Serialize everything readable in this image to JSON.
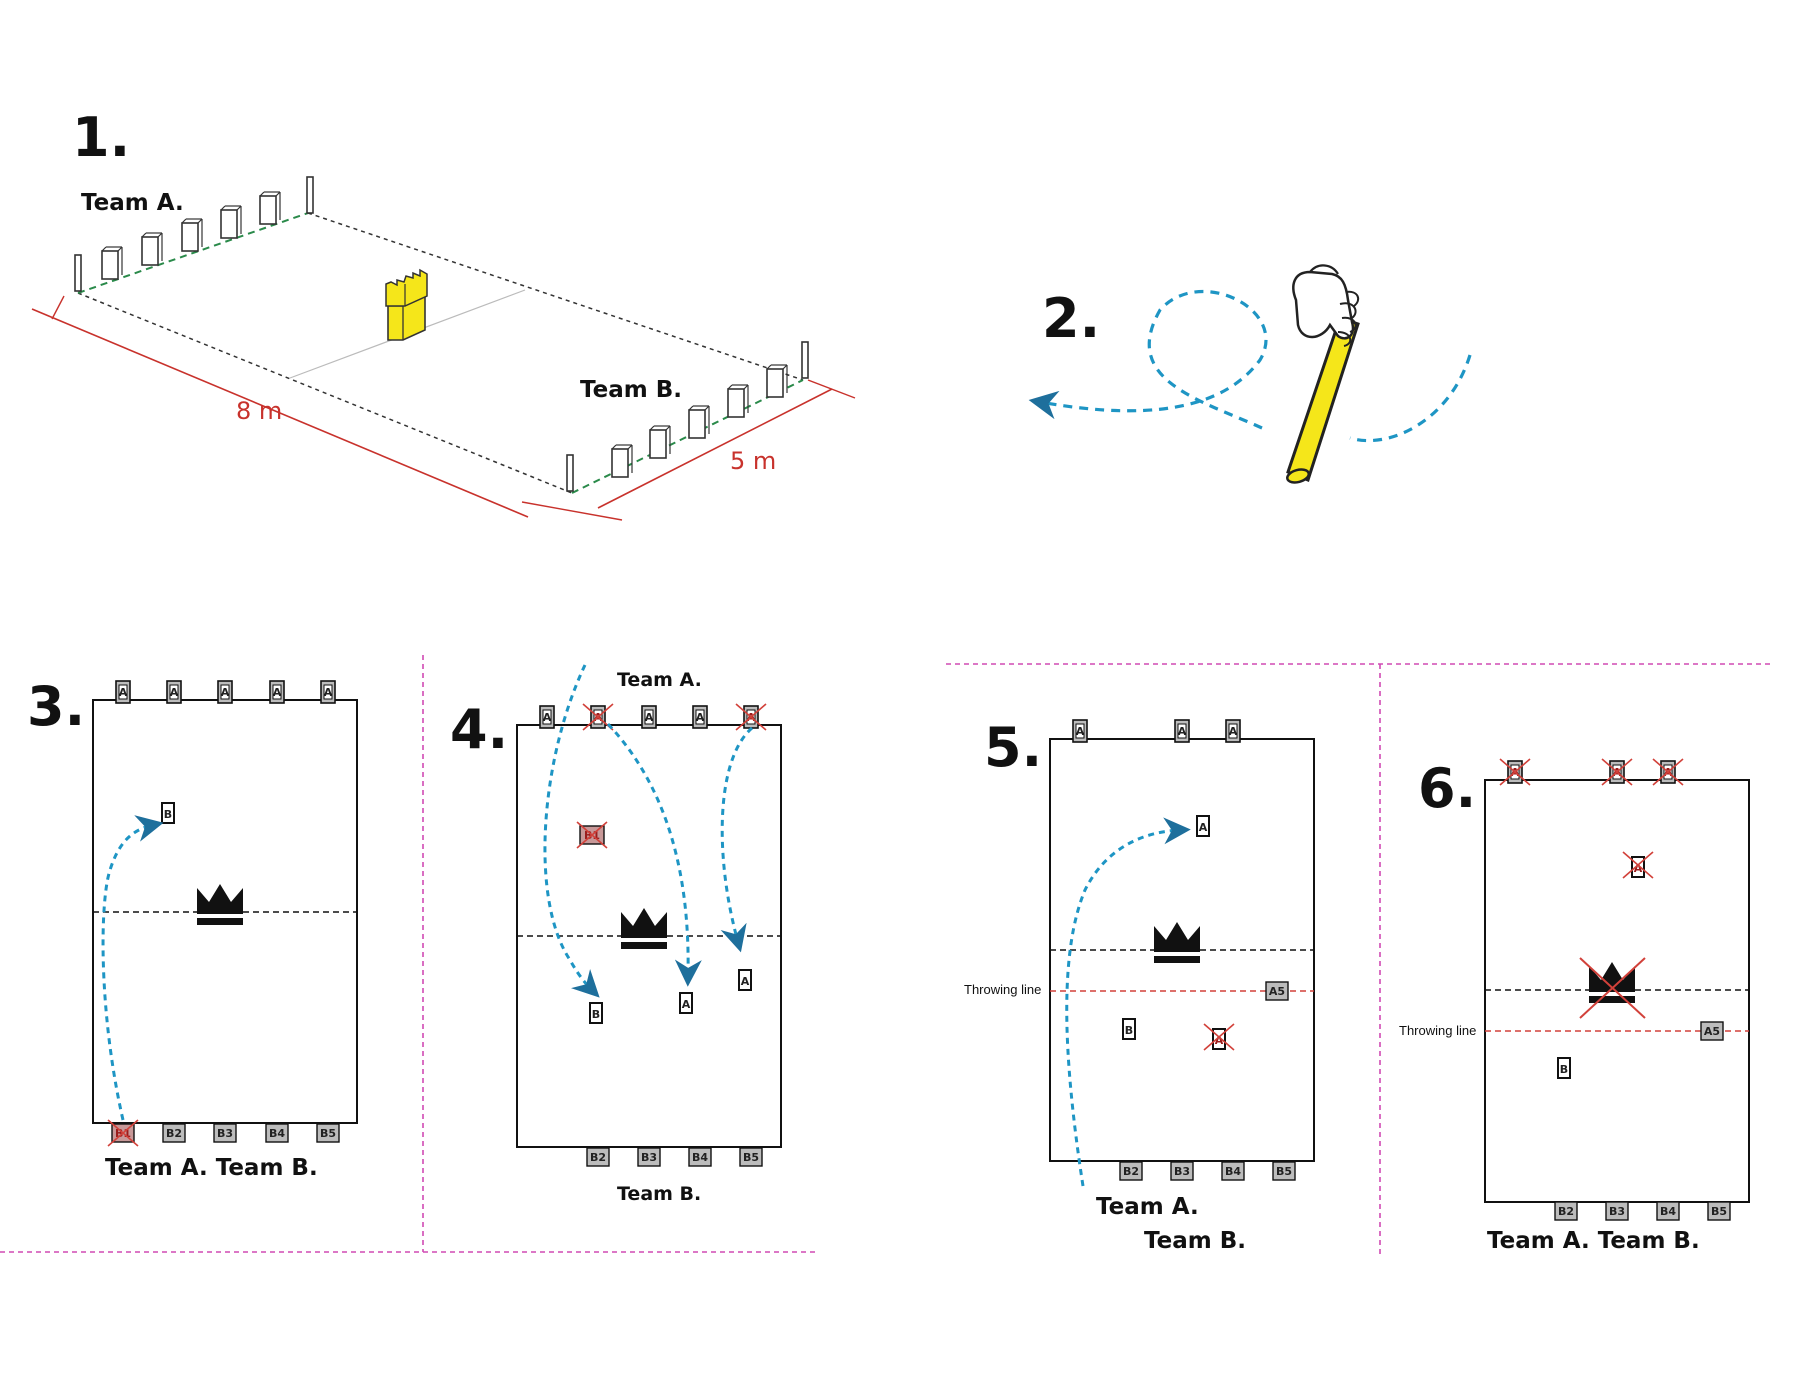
{
  "diagram": {
    "step_numbers": [
      "1.",
      "2.",
      "3.",
      "4.",
      "5.",
      "6."
    ],
    "step1": {
      "team_a_label": "Team A.",
      "team_b_label": "Team B.",
      "length_label": "8 m",
      "width_label": "5 m"
    },
    "step3": {
      "top_pieces": [
        "A",
        "A",
        "A",
        "A",
        "A"
      ],
      "bottom_pieces": [
        "B1",
        "B2",
        "B3",
        "B4",
        "B5"
      ],
      "field_piece": "B",
      "team_labels": "Team A. Team B."
    },
    "step4": {
      "team_a_label": "Team A.",
      "team_b_label": "Team B.",
      "top_pieces": [
        "A",
        "A",
        "A",
        "A",
        "A"
      ],
      "bottom_pieces": [
        "B2",
        "B3",
        "B4",
        "B5"
      ],
      "knocked_piece": "B1",
      "field_pieces": [
        "B",
        "A",
        "A"
      ]
    },
    "step5": {
      "top_pieces": [
        "A",
        "A",
        "A"
      ],
      "bottom_pieces": [
        "B2",
        "B3",
        "B4",
        "B5"
      ],
      "field_pieces": [
        "A",
        "B",
        "A",
        "A5"
      ],
      "throwing_line_label": "Throwing line",
      "team_a_label": "Team A.",
      "team_b_label": "Team B."
    },
    "step6": {
      "top_pieces": [
        "A",
        "A",
        "A"
      ],
      "bottom_pieces": [
        "B2",
        "B3",
        "B4",
        "B5"
      ],
      "field_pieces": [
        "A",
        "A5",
        "B"
      ],
      "throwing_line_label": "Throwing line",
      "team_labels": "Team A. Team B."
    },
    "colors": {
      "arrow_blue": "#1e95c4",
      "measure_red": "#c8322c",
      "divider_magenta": "#d04ab4",
      "king_yellow": "#f5e61a",
      "team_line_green": "#2a8a4a",
      "piece_gray": "#bcbcbc",
      "cross_red": "#d2413a"
    }
  }
}
